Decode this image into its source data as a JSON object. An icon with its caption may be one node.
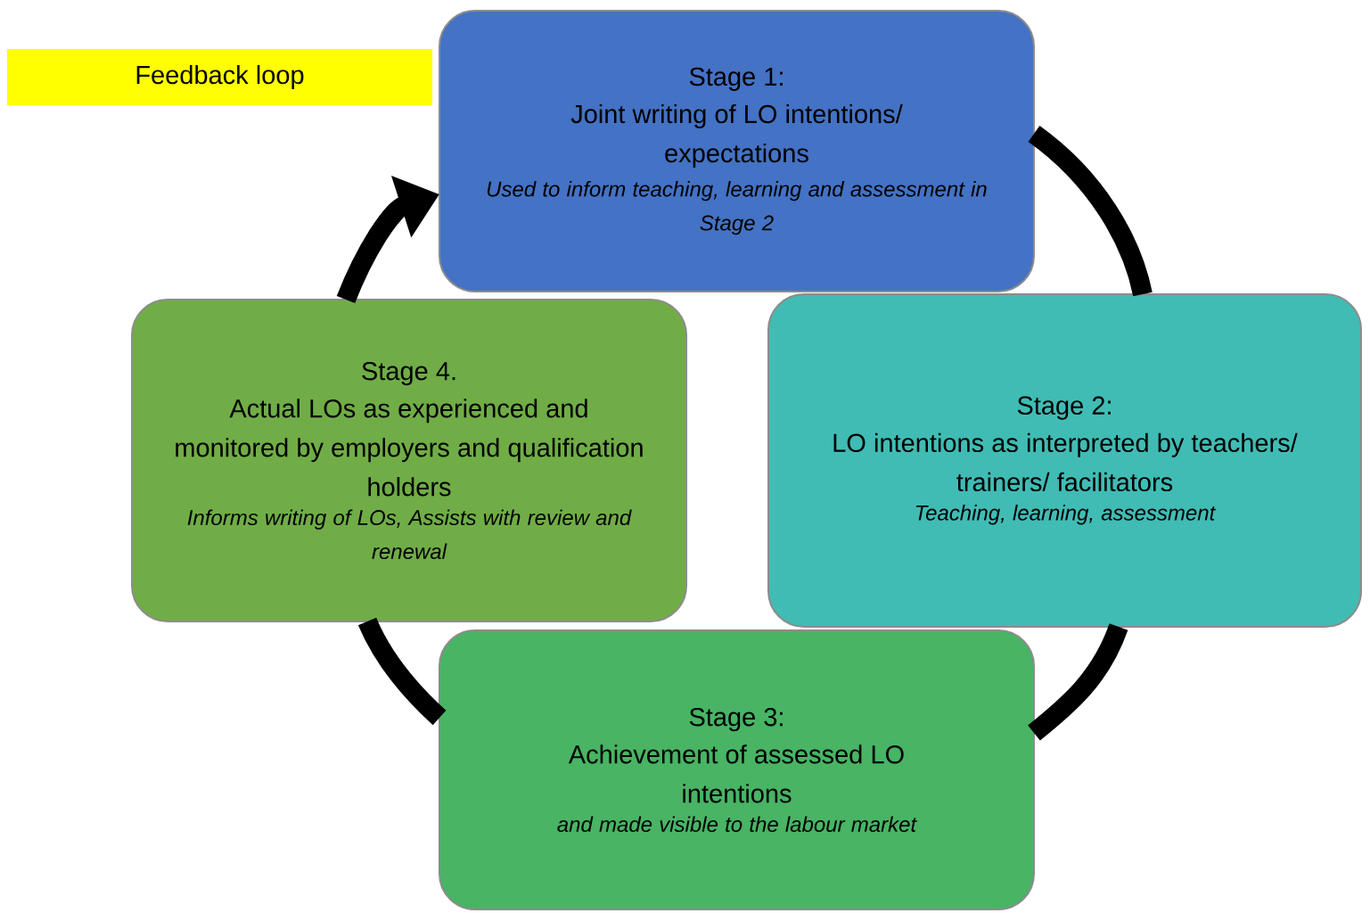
{
  "diagram": {
    "nodes": [
      {
        "text": [
          "Feedback loop"
        ]
      },
      {
        "text": [
          "Stage 1:",
          "Joint writing of LO intentions/ expectations",
          "Used to inform teaching, learning and assessment in Stage 2"
        ]
      },
      {
        "text": [
          "Stage 2:",
          "LO intentions as interpreted by teachers/ trainers/ facilitators",
          "Teaching, learning, assessment"
        ]
      },
      {
        "text": [
          "Stage 3:",
          "Achievement of assessed LO intentions",
          "and made visible to the labour market"
        ]
      },
      {
        "text": [
          "Stage 4.",
          "Actual LOs as experienced and monitored by employers and qualification holders",
          "Informs writing of LOs, Assists with review and renewal"
        ]
      }
    ],
    "edges": [
      {
        "from": 1,
        "to": 2,
        "arrow": "none"
      },
      {
        "from": 2,
        "to": 3,
        "arrow": "none"
      },
      {
        "from": 3,
        "to": 4,
        "arrow": "none"
      },
      {
        "from": 4,
        "to": 1,
        "arrow": "to"
      }
    ]
  }
}
